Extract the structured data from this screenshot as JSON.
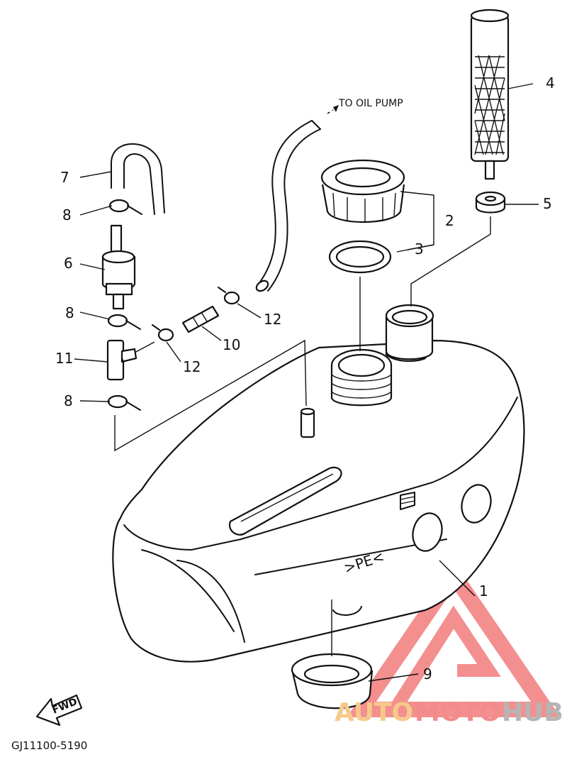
{
  "diagram": {
    "part_labels": {
      "p1": "1",
      "p2": "2",
      "p3": "3",
      "p4": "4",
      "p5": "5",
      "p6": "6",
      "p7": "7",
      "p8a": "8",
      "p8b": "8",
      "p8c": "8",
      "p9": "9",
      "p10": "10",
      "p11": "11",
      "p12a": "12",
      "p12b": "12"
    },
    "to_oil_pump": "TO OIL PUMP",
    "tank_marking": ">PE<",
    "fwd_label": "FWD",
    "drawing_code": "GJ11100-5190"
  },
  "watermark": {
    "part1": "AUTO",
    "part2": "MOTO",
    "part3": "HUB",
    "colors": {
      "auto": "#f6c98a",
      "moto": "#f28b8b",
      "hub": "#b5b5b5",
      "logo": "#f06a6a"
    }
  }
}
